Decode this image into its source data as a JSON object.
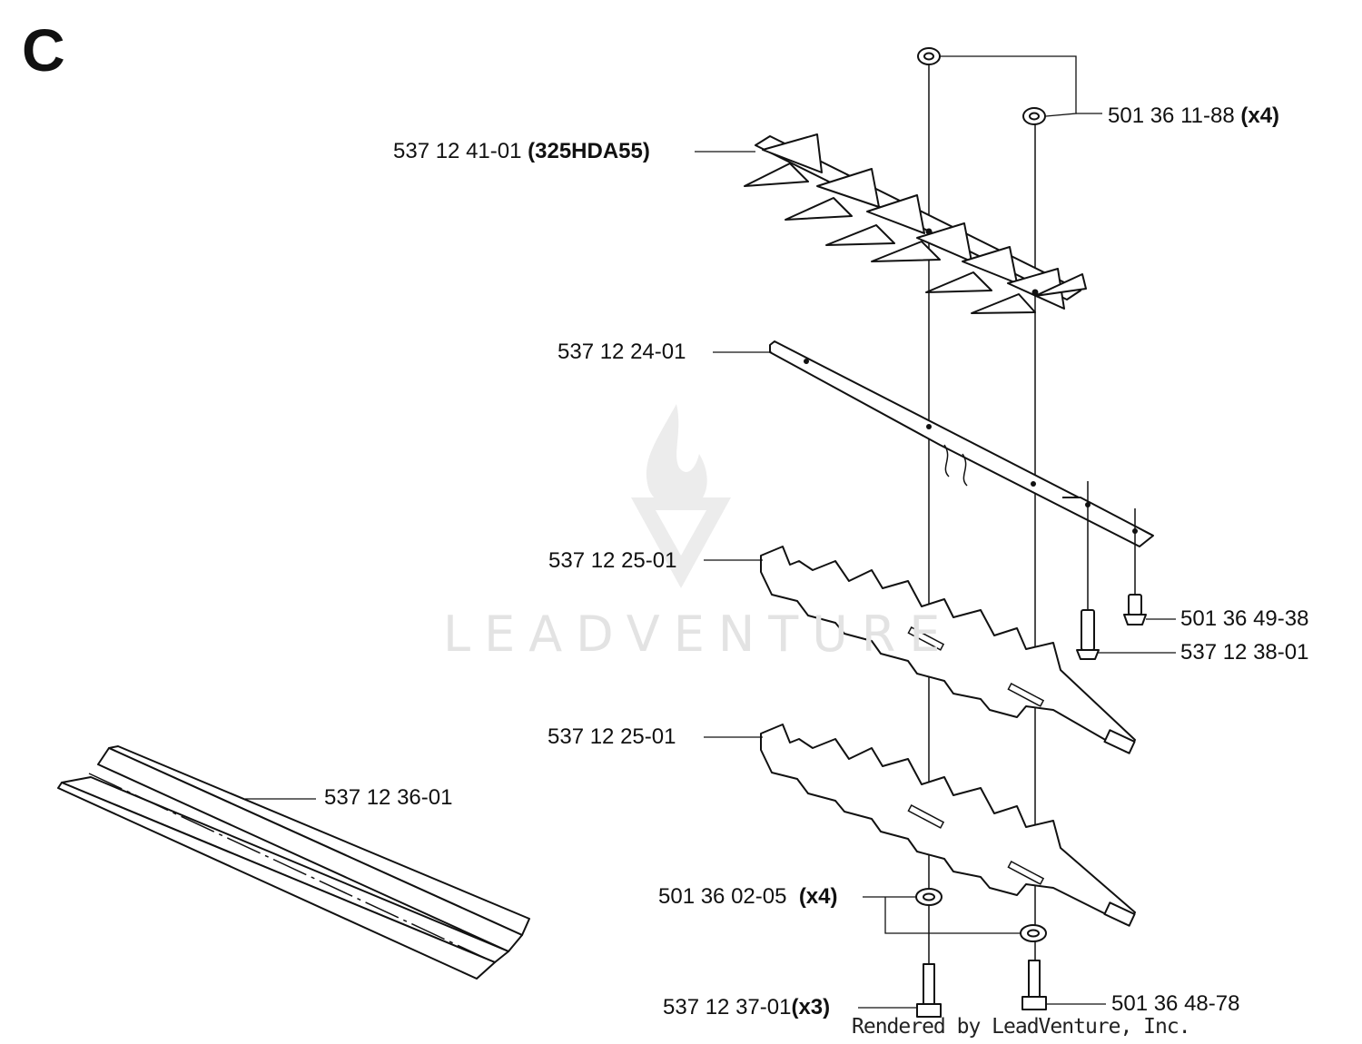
{
  "section": "C",
  "watermark": "LEADVENTURE",
  "credit": "Rendered by LeadVenture, Inc.",
  "callouts": [
    {
      "id": "nut",
      "part": "501 36 11-88",
      "qty": "(x4)"
    },
    {
      "id": "upper-blade",
      "part": "537 12 41-01",
      "qty": "(325HDA55)"
    },
    {
      "id": "guide-bar",
      "part": "537 12 24-01",
      "qty": ""
    },
    {
      "id": "cutter-1",
      "part": "537 12 25-01",
      "qty": ""
    },
    {
      "id": "cutter-2",
      "part": "537 12 25-01",
      "qty": ""
    },
    {
      "id": "screw-small",
      "part": "501 36 49-38",
      "qty": ""
    },
    {
      "id": "screw-large",
      "part": "537 12 38-01",
      "qty": ""
    },
    {
      "id": "guard",
      "part": "537 12 36-01",
      "qty": ""
    },
    {
      "id": "washer",
      "part": "501 36 02-05",
      "qty": "(x4)"
    },
    {
      "id": "bolt",
      "part": "537 12 37-01",
      "qty": "(x3)"
    },
    {
      "id": "bolt-2",
      "part": "501 36 48-78",
      "qty": ""
    }
  ],
  "colors": {
    "ink": "#111111",
    "watermark": "#e3e3e3",
    "background": "#ffffff"
  },
  "icons": [
    "flame-logo-icon"
  ]
}
